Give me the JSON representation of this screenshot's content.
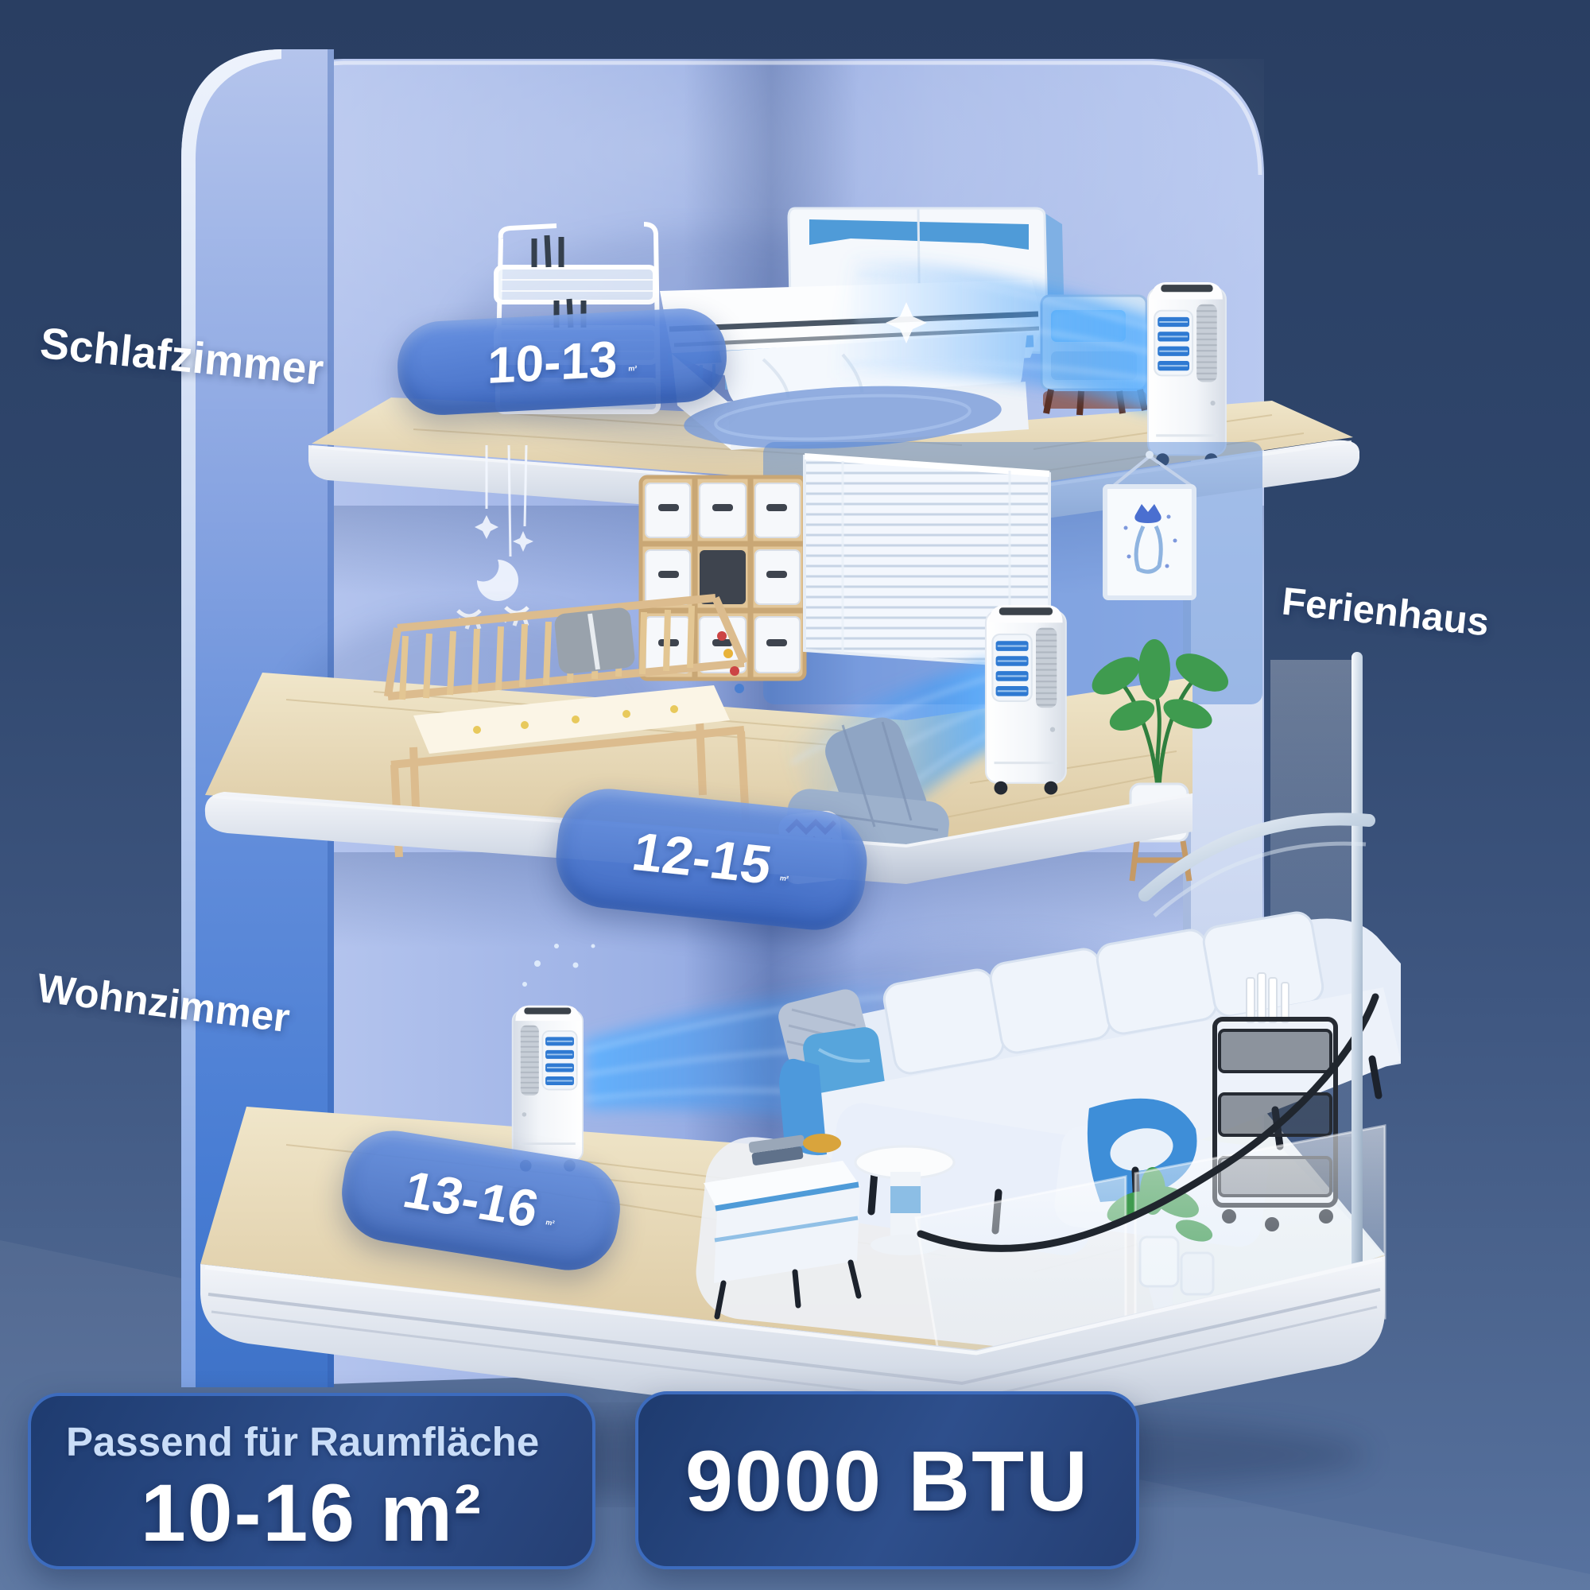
{
  "page": {
    "language": "de",
    "kind": "portable air conditioner room-size infographic"
  },
  "colors": {
    "background_navy": "#2b4063",
    "background_slate": "#54719f",
    "wall_periwinkle": "#a9bde9",
    "wall_vivid_blue": "#4a7cd4",
    "room_badge_blue": "#4a7ad0",
    "panel_navy": "#22407a",
    "panel_border": "#3d6cbe",
    "panel_title_lightblue": "#c9ddf8",
    "air_stream_blue": "#3f9bf4",
    "wood_floor": "#e3d3ae",
    "text_white": "#ffffff"
  },
  "labels": {
    "bedroom": "Schlafzimmer",
    "holiday_house": "Ferienhaus",
    "living_room": "Wohnzimmer"
  },
  "room_badges": [
    {
      "room": "bedroom",
      "value": "10-13",
      "unit": "m²"
    },
    {
      "room": "nursery",
      "value": "12-15",
      "unit": "m²"
    },
    {
      "room": "living-room",
      "value": "13-16",
      "unit": "m²"
    }
  ],
  "footer": {
    "area_panel": {
      "title": "Passend für Raumfläche",
      "value": "10-16 m²"
    },
    "btu_panel": {
      "value": "9000 BTU"
    }
  },
  "illustration": {
    "description": "three-story dollhouse cutaway, one portable AC per floor blowing cool air",
    "air_conditioner_count": 3,
    "floors": [
      {
        "name": "bedroom",
        "furniture": [
          "wire shelf cart",
          "bed",
          "nightstand",
          "rug",
          "portable AC"
        ]
      },
      {
        "name": "nursery",
        "furniture": [
          "mobile",
          "crib",
          "cube shelf",
          "window blinds",
          "wall picture",
          "floor cushion",
          "plant",
          "portable AC"
        ]
      },
      {
        "name": "living room",
        "furniture": [
          "portable AC",
          "sectional sofa",
          "coffee table",
          "side table",
          "rug",
          "metal cart",
          "glass balustrade",
          "plants"
        ]
      }
    ]
  }
}
